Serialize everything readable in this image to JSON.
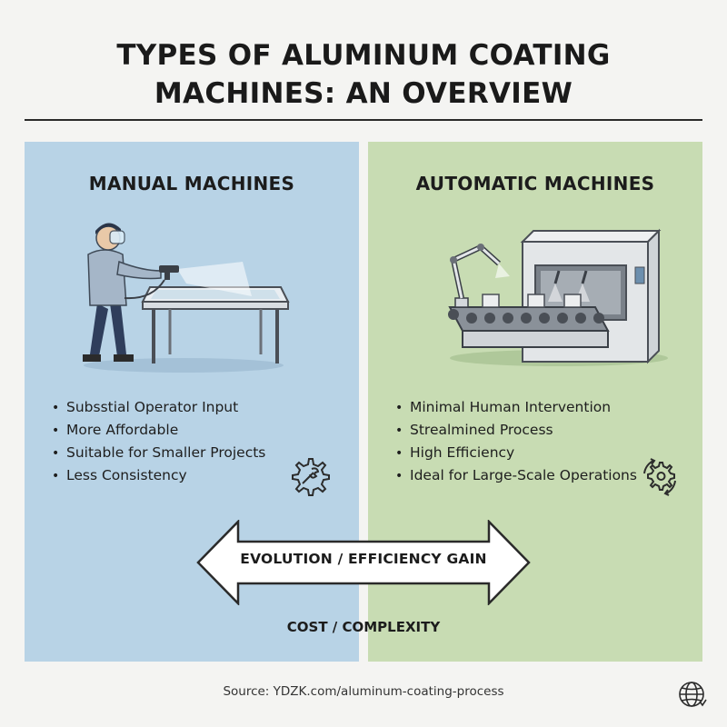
{
  "title": {
    "line1": "TYPES OF ALUMINUM COATING",
    "line2": "MACHINES: AN OVERVIEW"
  },
  "manual": {
    "heading": "MANUAL MACHINES",
    "bullets": [
      "Subsstial Operator Input",
      "More Affordable",
      "Suitable for Smaller Projects",
      "Less Consistency"
    ],
    "icon": "wrench-gear-icon",
    "illustration": "worker-spray-gun-icon",
    "color": "#b8d3e6"
  },
  "automatic": {
    "heading": "AUTOMATIC MACHINES",
    "bullets": [
      "Minimal Human Intervention",
      "Strealmined Process",
      "High Efficiency",
      "Ideal for Large-Scale Operations"
    ],
    "icon": "gear-cycle-icon",
    "illustration": "robotic-conveyor-machine-icon",
    "color": "#c8dcb3"
  },
  "arrow": {
    "label": "EVOLUTION / EFFICIENCY GAIN",
    "icon": "double-arrow-icon"
  },
  "bottom_label": "COST / COMPLEXITY",
  "source": "Source: YDZK.com/aluminum-coating-process",
  "footer_icon": "globe-icon"
}
